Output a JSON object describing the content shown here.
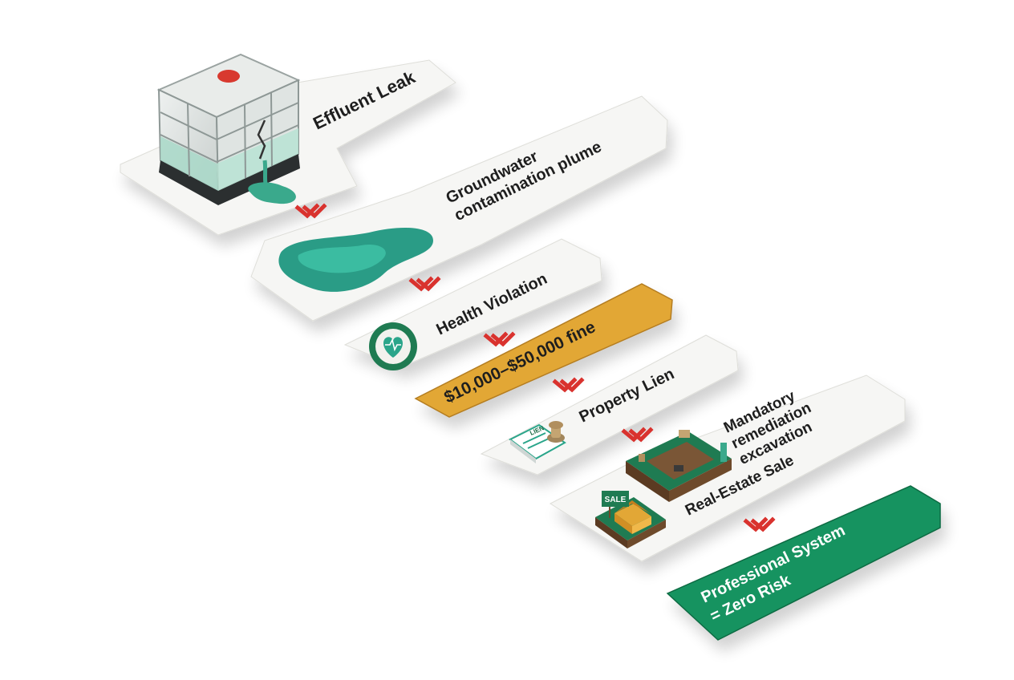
{
  "colors": {
    "card": "#f6f6f4",
    "card_edge": "#d7d7d2",
    "fine_card": "#e2a736",
    "fine_edge": "#b47d20",
    "final_card": "#179360",
    "final_edge": "#0c6a43",
    "arrow": "#d9322e",
    "teal": "#2aa58a",
    "dark_green": "#1a6b45"
  },
  "steps": [
    {
      "id": "effluent-leak",
      "lines": [
        "Effluent Leak"
      ]
    },
    {
      "id": "groundwater",
      "lines": [
        "Groundwater",
        "contamination plume"
      ]
    },
    {
      "id": "health-violation",
      "lines": [
        "Health Violation"
      ]
    },
    {
      "id": "fine",
      "lines": [
        "$10,000–$50,000 fine"
      ]
    },
    {
      "id": "property-lien",
      "lines": [
        "Property Lien"
      ]
    },
    {
      "id": "remediation",
      "lines": [
        "Mandatory",
        "remediation",
        "excavation"
      ]
    },
    {
      "id": "real-estate",
      "lines": [
        "Real-Estate Sale"
      ]
    },
    {
      "id": "professional",
      "lines": [
        "Professional System",
        "= Zero Risk"
      ]
    }
  ],
  "icons": {
    "tank": "ibc-tank-icon",
    "plume": "contamination-plume-icon",
    "health": "health-seal-icon",
    "lien": "lien-document-icon",
    "stamp": "rubber-stamp-icon",
    "excavation": "excavation-pit-icon",
    "house": "house-for-sale-icon",
    "sale_sign": "SALE",
    "lien_label": "LIEN",
    "arrow": "double-chevron-down-icon"
  }
}
